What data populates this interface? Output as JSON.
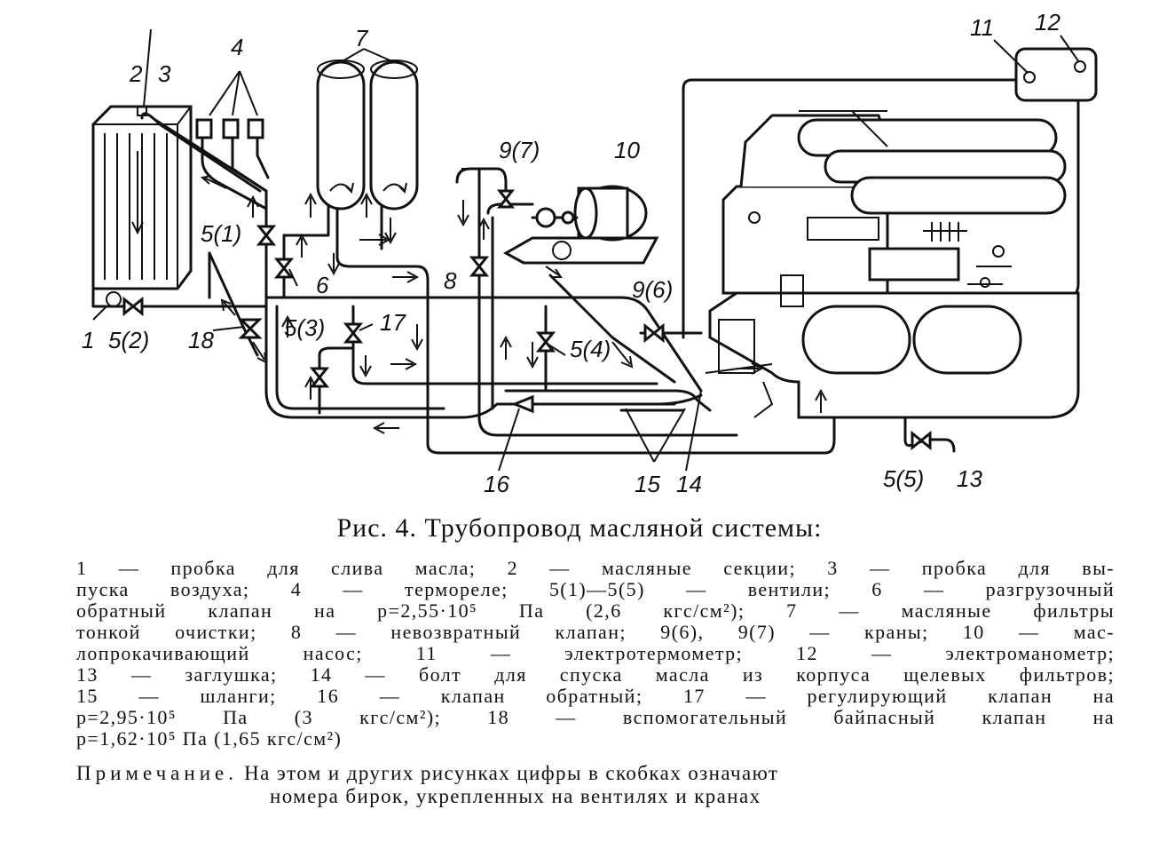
{
  "figure": {
    "labels": [
      "1",
      "2",
      "3",
      "4",
      "5(1)",
      "5(2)",
      "5(3)",
      "5(4)",
      "5(5)",
      "6",
      "7",
      "8",
      "9(7)",
      "9(6)",
      "10",
      "11",
      "12",
      "13",
      "14",
      "15",
      "16",
      "17",
      "18"
    ],
    "caption": "Рис. 4. Трубопровод масляной системы:"
  },
  "legend_lines": [
    "1 — пробка для слива масла; 2 — масляные секции; 3 — пробка для вы-",
    "пуска воздуха; 4 — термореле; 5(1)—5(5) — вентили; 6 — разгрузочный",
    "обратный клапан на p=2,55·10⁵ Па (2,6 кгс/см²); 7 — масляные фильтры",
    "тонкой очистки; 8 — невозвратный клапан; 9(6), 9(7) — краны; 10 — мас-",
    "лопрокачивающий насос; 11 — электротермометр; 12 — электроманометр;",
    "13 — заглушка; 14 — болт для спуска масла из корпуса щелевых фильтров;",
    "15 — шланги; 16 — клапан обратный; 17 — регулирующий клапан на",
    "p=2,95·10⁵ Па (3 кгс/см²); 18 — вспомогательный байпасный клапан на",
    "p=1,62·10⁵ Па (1,65 кгс/см²)"
  ],
  "note": {
    "heading": "Примечание.",
    "line1": "На этом и других рисунках цифры в скобках означают",
    "line2": "номера бирок, укрепленных на вентилях и кранах"
  }
}
